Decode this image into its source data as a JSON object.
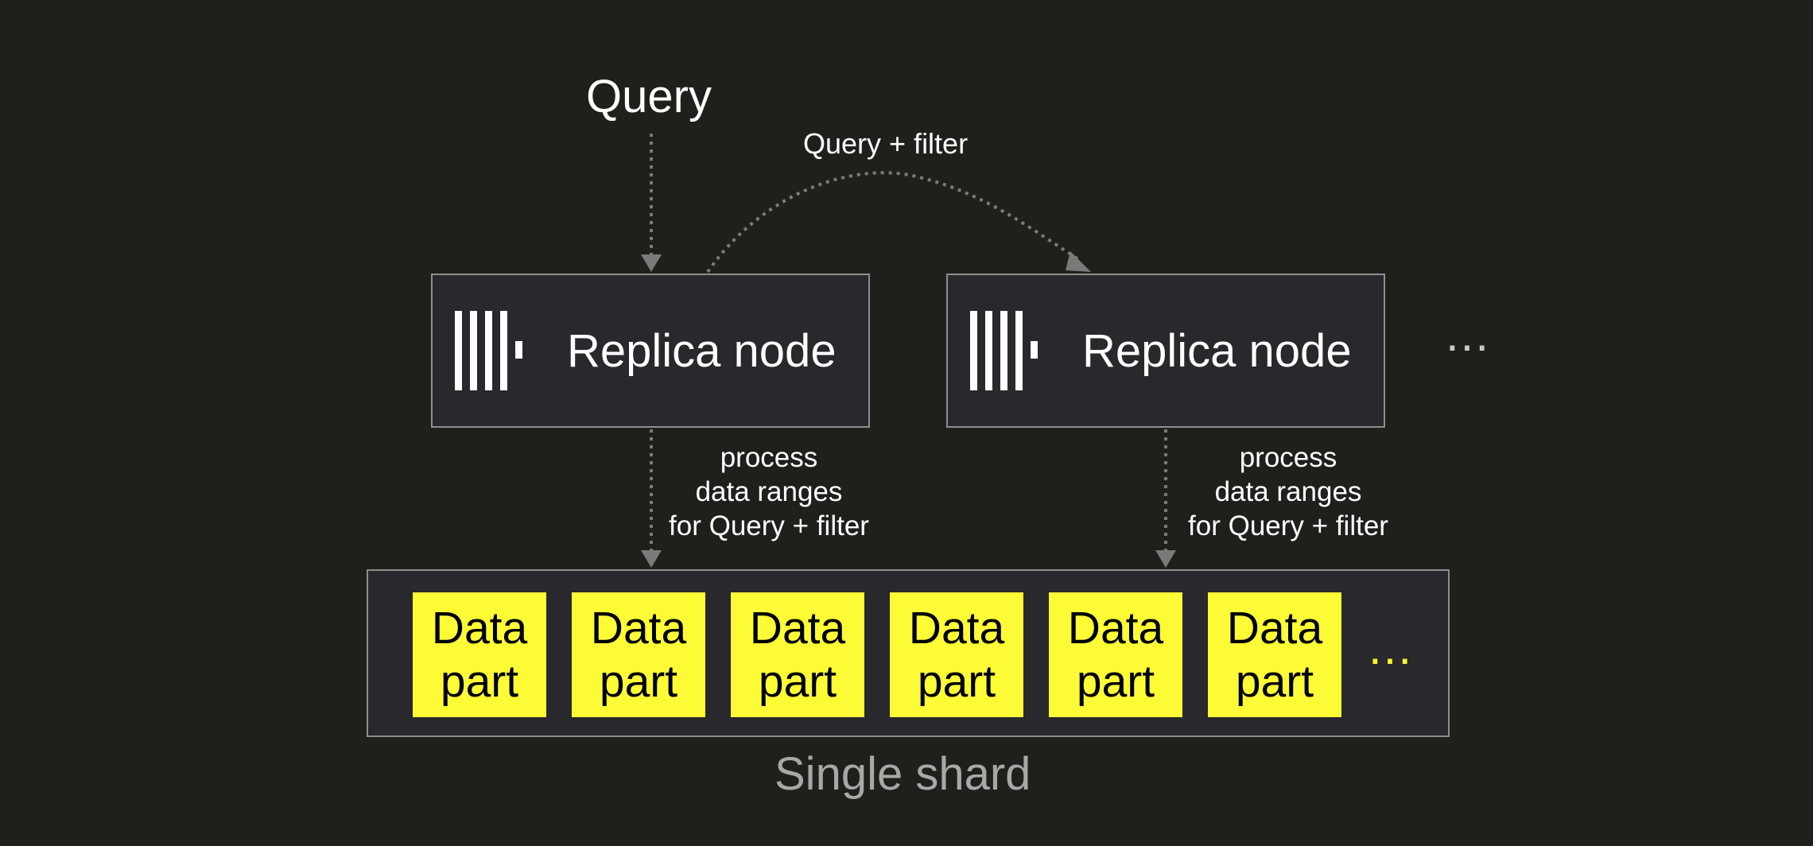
{
  "query": "Query",
  "query_filter": "Query + filter",
  "nodes": [
    {
      "label": "Replica node",
      "process": "process\ndata ranges\nfor Query + filter"
    },
    {
      "label": "Replica node",
      "process": "process\ndata ranges\nfor Query + filter"
    }
  ],
  "nodes_ellipsis": "...",
  "shard": {
    "parts": [
      "Data\npart",
      "Data\npart",
      "Data\npart",
      "Data\npart",
      "Data\npart",
      "Data\npart"
    ],
    "parts_ellipsis": "...",
    "label": "Single shard"
  },
  "colors": {
    "background": "#1f1f1c",
    "box": "#28282d",
    "border": "#8e8e8e",
    "part": "#fdfb36",
    "arrow": "#7a7a7a"
  }
}
